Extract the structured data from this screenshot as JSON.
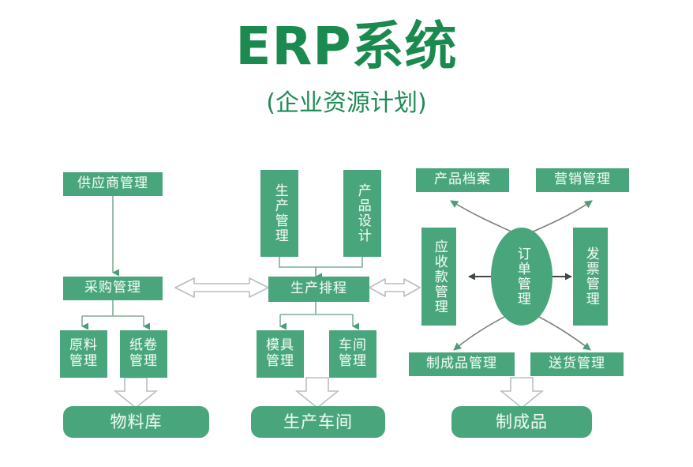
{
  "header": {
    "title": "ERP系统",
    "subtitle": "(企业资源计划)",
    "title_color": "#1b8a4f",
    "subtitle_color": "#1f8b55"
  },
  "theme": {
    "node_fill": "#49a57b",
    "node_text": "#ecf8f1",
    "connector_line": "#7fae97",
    "solid_arrow": "#4c9d77",
    "hollow_arrow_stroke": "#b9bec2",
    "background": "#ffffff"
  },
  "diagram": {
    "type": "flowchart",
    "columns": [
      {
        "name": "procurement",
        "nodes": [
          "供应商管理",
          "采购管理",
          "原料管理",
          "纸卷管理",
          "物料库"
        ]
      },
      {
        "name": "production",
        "nodes": [
          "生产管理",
          "产品设计",
          "生产排程",
          "模具管理",
          "车间管理",
          "生产车间"
        ]
      },
      {
        "name": "sales",
        "nodes": [
          "产品档案",
          "营销管理",
          "应收款管理",
          "订单管理",
          "发票管理",
          "制成品管理",
          "送货管理",
          "制成品"
        ]
      }
    ],
    "nodes": {
      "supplier_mgmt": "供应商管理",
      "purchase_mgmt": "采购管理",
      "raw_material_mgmt": "原料\n管理",
      "paper_roll_mgmt": "纸卷\n管理",
      "material_warehouse": "物料库",
      "production_mgmt": "生产管理",
      "product_design": "产品设计",
      "production_schedule": "生产排程",
      "mold_mgmt": "模具\n管理",
      "workshop_mgmt": "车间\n管理",
      "production_workshop": "生产车间",
      "product_archive": "产品档案",
      "marketing_mgmt": "营销管理",
      "receivables_mgmt": "应收款管理",
      "order_mgmt": "订单管理",
      "invoice_mgmt": "发票管理",
      "finished_goods_mgmt": "制成品管理",
      "delivery_mgmt": "送货管理",
      "finished_products": "制成品"
    },
    "connections": [
      {
        "from": "供应商管理",
        "to": "采购管理",
        "style": "solid-arrow-down"
      },
      {
        "from": "采购管理",
        "to": "原料管理",
        "style": "solid-arrow-down"
      },
      {
        "from": "采购管理",
        "to": "纸卷管理",
        "style": "solid-arrow-down"
      },
      {
        "from": "原料管理/纸卷管理",
        "to": "物料库",
        "style": "hollow-block-arrow-down"
      },
      {
        "from": "生产管理",
        "to": "生产排程",
        "style": "solid-arrow-down"
      },
      {
        "from": "产品设计",
        "to": "生产排程",
        "style": "solid-arrow-down"
      },
      {
        "from": "生产排程",
        "to": "模具管理",
        "style": "solid-arrow-down"
      },
      {
        "from": "生产排程",
        "to": "车间管理",
        "style": "solid-arrow-down"
      },
      {
        "from": "模具管理/车间管理",
        "to": "生产车间",
        "style": "hollow-block-arrow-down"
      },
      {
        "from": "采购管理",
        "to": "生产排程",
        "style": "hollow-double-arrow-horizontal"
      },
      {
        "from": "生产排程",
        "to": "应收款管理",
        "style": "hollow-double-arrow-horizontal"
      },
      {
        "from": "订单管理",
        "to": "应收款管理",
        "style": "solid-arrow-left"
      },
      {
        "from": "订单管理",
        "to": "发票管理",
        "style": "solid-arrow-right"
      },
      {
        "from": "订单管理",
        "to": "产品档案",
        "style": "curved-arrow-up-left"
      },
      {
        "from": "订单管理",
        "to": "营销管理",
        "style": "curved-arrow-up-right"
      },
      {
        "from": "订单管理",
        "to": "制成品管理",
        "style": "curved-arrow-down-left"
      },
      {
        "from": "订单管理",
        "to": "送货管理",
        "style": "curved-arrow-down-right"
      },
      {
        "from": "制成品管理/送货管理",
        "to": "制成品",
        "style": "hollow-block-arrow-down"
      }
    ]
  }
}
